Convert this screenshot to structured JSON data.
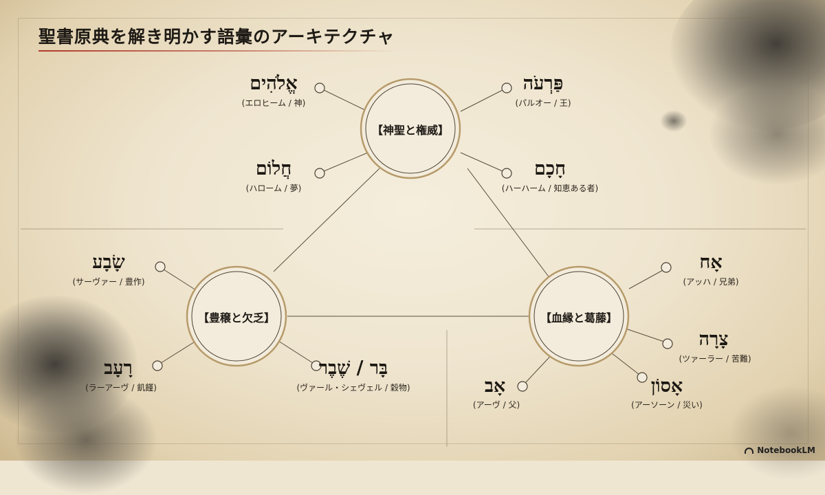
{
  "title": "聖書原典を解き明かす語彙のアーキテクチャ",
  "hubs": [
    {
      "id": "sacred",
      "label": "【神聖と権威】"
    },
    {
      "id": "abundance",
      "label": "【豊穣と欠乏】"
    },
    {
      "id": "kinship",
      "label": "【血縁と葛藤】"
    }
  ],
  "words": [
    {
      "hub": "sacred",
      "hebrew": "אֱלֹהִים",
      "gloss": "(エロヒーム / 神)"
    },
    {
      "hub": "sacred",
      "hebrew": "פַּרְעֹה",
      "gloss": "(パルオー / 王)"
    },
    {
      "hub": "sacred",
      "hebrew": "חֲלוֹם",
      "gloss": "(ハローム / 夢)"
    },
    {
      "hub": "sacred",
      "hebrew": "חָכָם",
      "gloss": "(ハーハーム / 知恵ある者)"
    },
    {
      "hub": "abundance",
      "hebrew": "שָׂבָע",
      "gloss": "(サーヴァー / 豊作)"
    },
    {
      "hub": "abundance",
      "hebrew": "רָעָב",
      "gloss": "(ラーアーヴ / 飢饉)"
    },
    {
      "hub": "abundance",
      "hebrew": "בָּר / שֶׁבֶר",
      "gloss": "(ヴァール・シェヴェル / 穀物)"
    },
    {
      "hub": "kinship",
      "hebrew": "אָח",
      "gloss": "(アッハ / 兄弟)"
    },
    {
      "hub": "kinship",
      "hebrew": "צָרָה",
      "gloss": "(ツァーラー / 苦難)"
    },
    {
      "hub": "kinship",
      "hebrew": "אָב",
      "gloss": "(アーヴ / 父)"
    },
    {
      "hub": "kinship",
      "hebrew": "אָסוֹן",
      "gloss": "(アーソーン / 災い)"
    }
  ],
  "brand": {
    "icon": "notebooklm-icon",
    "label": "NotebookLM"
  }
}
